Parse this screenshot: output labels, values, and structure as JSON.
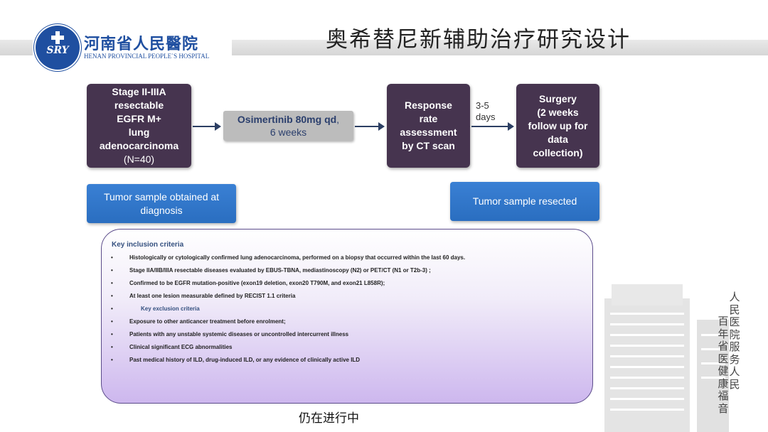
{
  "header": {
    "hospital_cn": "河南省人民醫院",
    "hospital_en": "HENAN PROVINCIAL PEOPLE`S HOSPITAL",
    "logo_mark": "SRY",
    "title": "奥希替尼新辅助治疗研究设计"
  },
  "flow": {
    "box1_lines": [
      "Stage II-IIIA",
      "resectable",
      "EGFR M+",
      "lung",
      "adenocarcinoma"
    ],
    "box1_note": "(N=40)",
    "drug_bold": "Osimertinib 80mg qd",
    "drug_comma": ",",
    "drug_weeks": "6 weeks",
    "box3_lines": [
      "Response",
      "rate",
      "assessment",
      "by CT scan"
    ],
    "days_lines": [
      "3-5",
      "days"
    ],
    "box4_lines": [
      "Surgery",
      "(2 weeks",
      "follow up for",
      "data",
      "collection)"
    ],
    "tumor_left": "Tumor sample obtained at diagnosis",
    "tumor_right": "Tumor sample resected"
  },
  "criteria": {
    "heading": "Key inclusion criteria",
    "items": [
      "Histologically or cytologically confirmed lung adenocarcinoma, performed on a biopsy that occurred within the last 60 days.",
      "Stage IIA/IIB/IIIA resectable diseases evaluated by EBUS-TBNA, mediastinoscopy (N2) or PET/CT (N1 or T2b-3) ;",
      "Confirmed to be EGFR mutation-positive (exon19 deletion, exon20 T790M, and exon21 L858R);",
      "At least one lesion measurable defined by RECIST 1.1 criteria",
      "Key exclusion criteria",
      "Exposure to other anticancer treatment before enrolment;",
      "Patients with any unstable systemic diseases or uncontrolled intercurrent illness",
      "Clinical significant ECG abnormalities",
      "Past medical history of ILD, drug-induced ILD, or any evidence of clinically active ILD"
    ]
  },
  "footer": {
    "status": "仍在进行中",
    "slogan_col1": "人民医院服务人民",
    "slogan_col2": "百年省医健康福音"
  }
}
